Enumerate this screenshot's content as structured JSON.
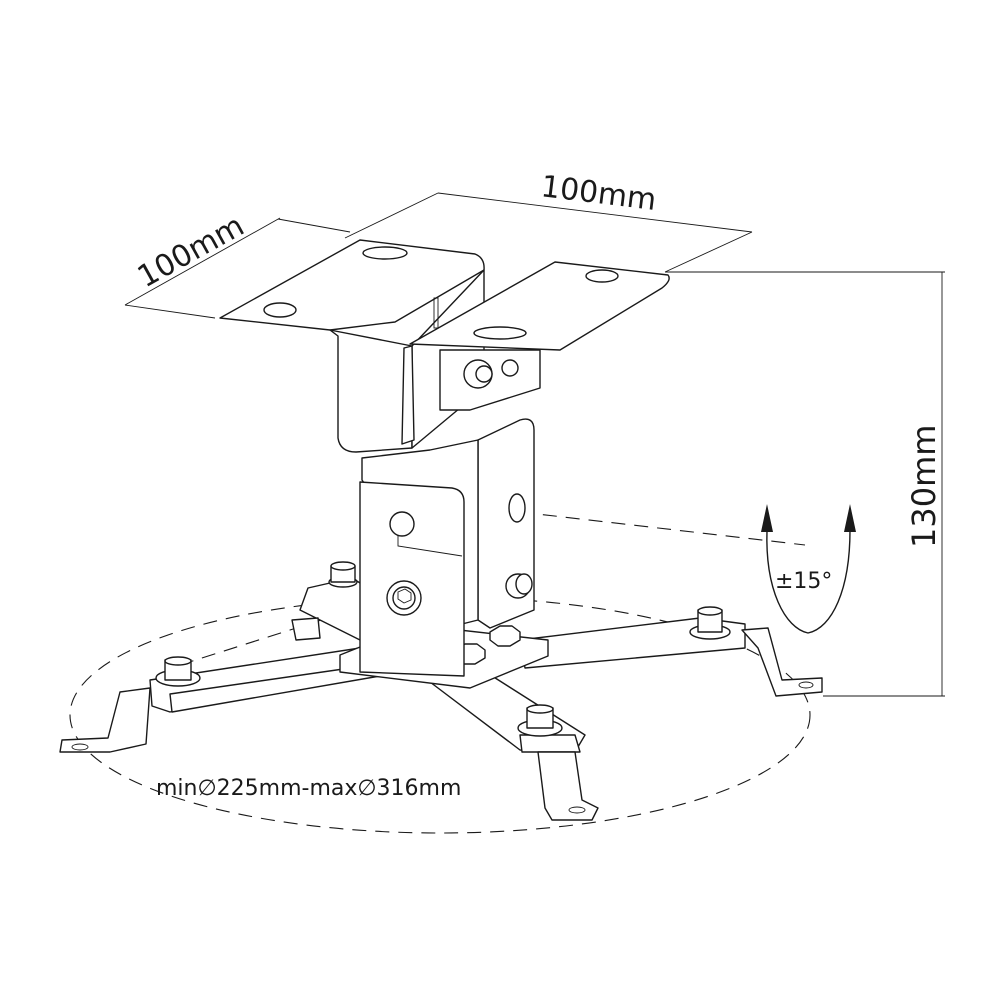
{
  "diagram": {
    "subject": "Projector ceiling mount",
    "colors": {
      "line": "#1a1a1a",
      "background": "#ffffff"
    },
    "labels": {
      "width_left": "100mm",
      "width_top": "100mm",
      "height": "130mm",
      "tilt": "±15°",
      "arm_span": "min∅225mm-max∅316mm"
    },
    "components": [
      {
        "name": "ceiling-plate-left",
        "feature": "slotted mounting holes"
      },
      {
        "name": "ceiling-plate-right",
        "feature": "slotted mounting holes"
      },
      {
        "name": "tilt-bracket",
        "feature": "hex socket bolt, pivot pin"
      },
      {
        "name": "spider-arms",
        "count": 4,
        "feature": "adjustable arms with feet"
      }
    ]
  }
}
